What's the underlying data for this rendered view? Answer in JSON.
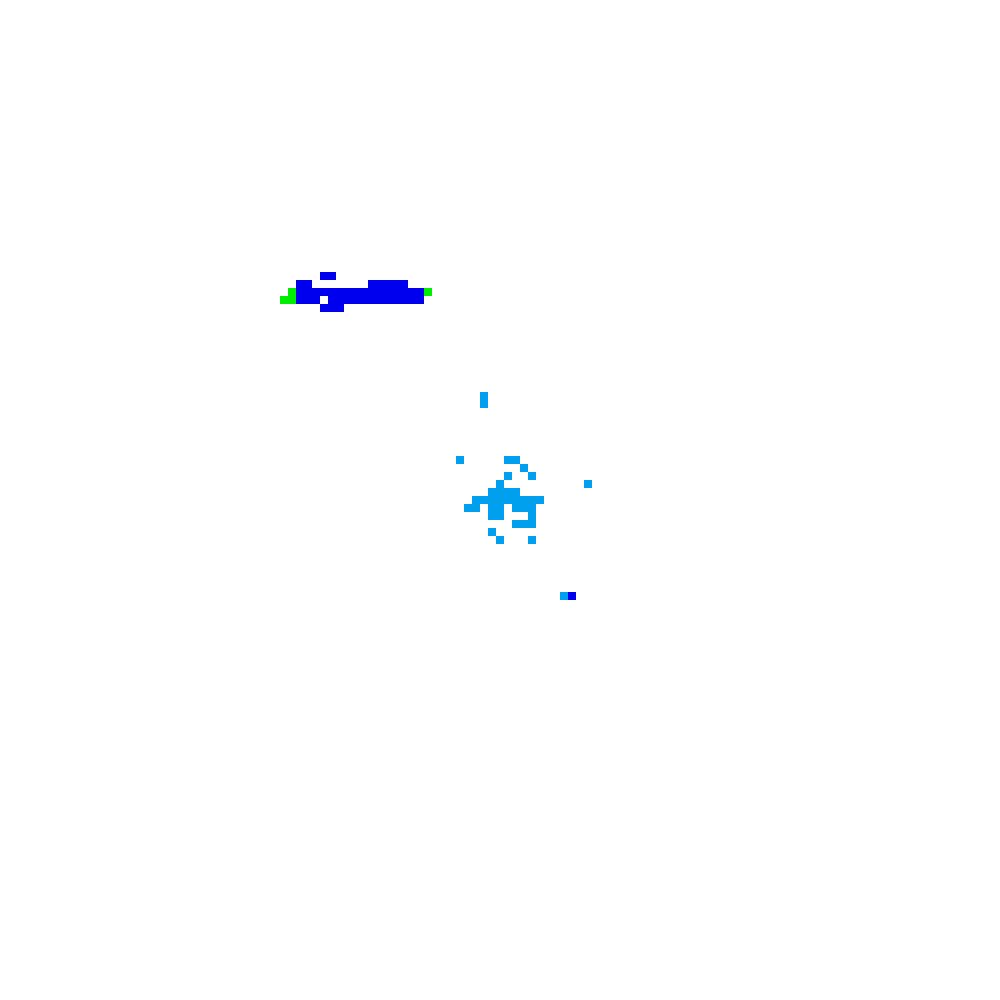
{
  "palette": {
    "background": "#ffffff",
    "blue": "#0000ee",
    "light_blue": "#00a0ee",
    "green": "#00ee00"
  },
  "pixel_groups": [
    {
      "name": "blue-streak",
      "color": "blue",
      "cells": [
        [
          40,
          34
        ],
        [
          41,
          34
        ],
        [
          37,
          35
        ],
        [
          38,
          35
        ],
        [
          46,
          35
        ],
        [
          47,
          35
        ],
        [
          48,
          35
        ],
        [
          49,
          35
        ],
        [
          50,
          35
        ],
        [
          37,
          36
        ],
        [
          38,
          36
        ],
        [
          39,
          36
        ],
        [
          40,
          36
        ],
        [
          41,
          36
        ],
        [
          42,
          36
        ],
        [
          43,
          36
        ],
        [
          44,
          36
        ],
        [
          45,
          36
        ],
        [
          46,
          36
        ],
        [
          47,
          36
        ],
        [
          48,
          36
        ],
        [
          49,
          36
        ],
        [
          50,
          36
        ],
        [
          51,
          36
        ],
        [
          52,
          36
        ],
        [
          37,
          37
        ],
        [
          38,
          37
        ],
        [
          39,
          37
        ],
        [
          41,
          37
        ],
        [
          42,
          37
        ],
        [
          43,
          37
        ],
        [
          44,
          37
        ],
        [
          45,
          37
        ],
        [
          46,
          37
        ],
        [
          47,
          37
        ],
        [
          48,
          37
        ],
        [
          49,
          37
        ],
        [
          50,
          37
        ],
        [
          51,
          37
        ],
        [
          52,
          37
        ],
        [
          40,
          38
        ],
        [
          41,
          38
        ],
        [
          42,
          38
        ]
      ]
    },
    {
      "name": "green-left-edge",
      "color": "green",
      "cells": [
        [
          36,
          36
        ],
        [
          35,
          37
        ],
        [
          36,
          37
        ]
      ]
    },
    {
      "name": "green-right-edge",
      "color": "green",
      "cells": [
        [
          53,
          36
        ]
      ]
    },
    {
      "name": "light-blue-cluster",
      "color": "light_blue",
      "cells": [
        [
          60,
          49
        ],
        [
          60,
          50
        ],
        [
          57,
          57
        ],
        [
          63,
          57
        ],
        [
          64,
          57
        ],
        [
          65,
          58
        ],
        [
          63,
          59
        ],
        [
          66,
          59
        ],
        [
          73,
          60
        ],
        [
          62,
          60
        ],
        [
          61,
          61
        ],
        [
          62,
          61
        ],
        [
          63,
          61
        ],
        [
          64,
          61
        ],
        [
          59,
          62
        ],
        [
          60,
          62
        ],
        [
          61,
          62
        ],
        [
          62,
          62
        ],
        [
          63,
          62
        ],
        [
          64,
          62
        ],
        [
          65,
          62
        ],
        [
          66,
          62
        ],
        [
          67,
          62
        ],
        [
          58,
          63
        ],
        [
          59,
          63
        ],
        [
          61,
          63
        ],
        [
          62,
          63
        ],
        [
          64,
          63
        ],
        [
          65,
          63
        ],
        [
          66,
          63
        ],
        [
          61,
          64
        ],
        [
          62,
          64
        ],
        [
          66,
          64
        ],
        [
          64,
          65
        ],
        [
          65,
          65
        ],
        [
          66,
          65
        ],
        [
          61,
          66
        ],
        [
          62,
          67
        ],
        [
          66,
          67
        ]
      ]
    },
    {
      "name": "light-blue-dot",
      "color": "light_blue",
      "cells": [
        [
          70,
          74
        ]
      ]
    },
    {
      "name": "blue-dot",
      "color": "blue",
      "cells": [
        [
          71,
          74
        ]
      ]
    }
  ]
}
